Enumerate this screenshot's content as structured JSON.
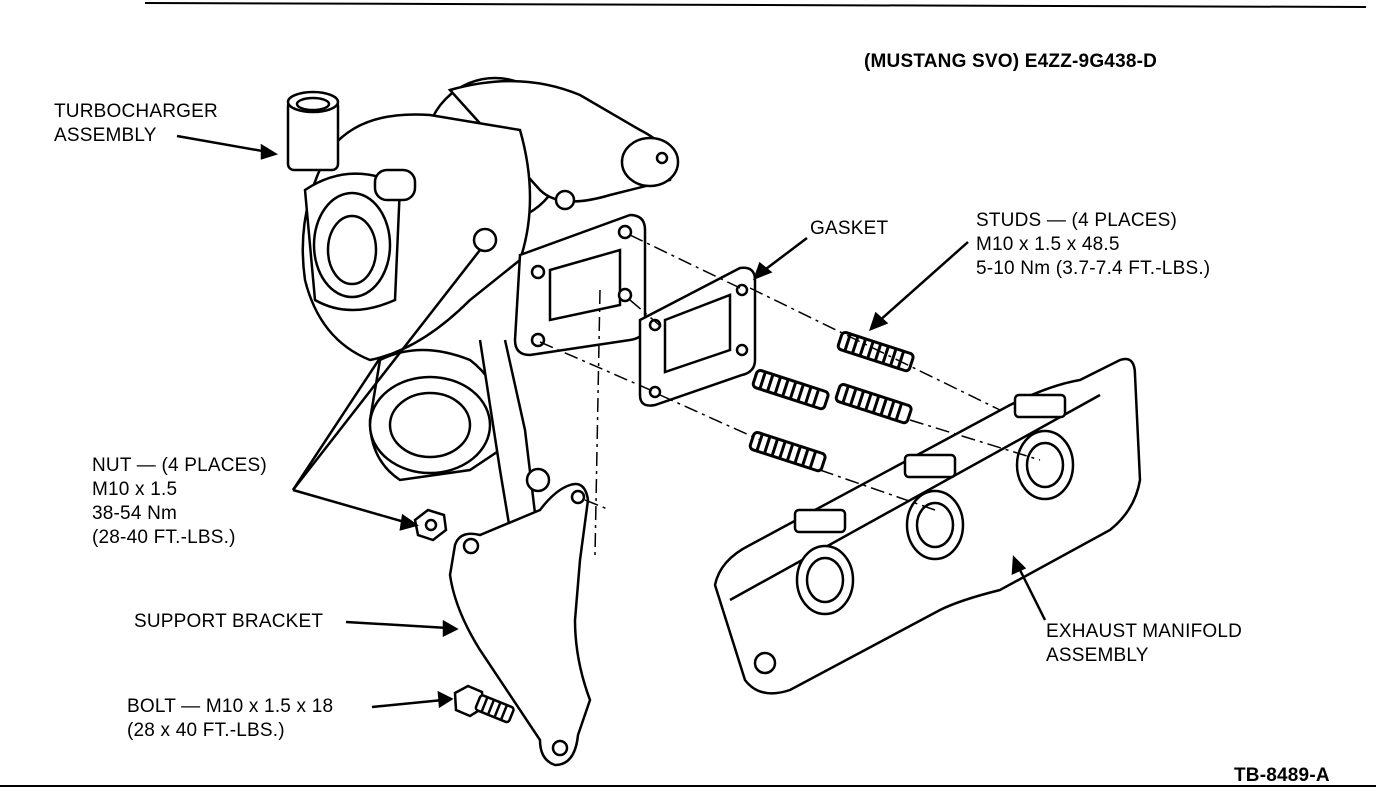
{
  "header": {
    "part_number": "(MUSTANG SVO) E4ZZ-9G438-D"
  },
  "labels": {
    "turbocharger": [
      "TURBOCHARGER",
      "ASSEMBLY"
    ],
    "gasket": "GASKET",
    "studs": [
      "STUDS — (4 PLACES)",
      "M10 x 1.5 x 48.5",
      "5-10 Nm (3.7-7.4 FT.-LBS.)"
    ],
    "nut": [
      "NUT — (4 PLACES)",
      "M10 x 1.5",
      "38-54 Nm",
      "(28-40 FT.-LBS.)"
    ],
    "support_bracket": "SUPPORT BRACKET",
    "exhaust_manifold": [
      "EXHAUST MANIFOLD",
      "ASSEMBLY"
    ],
    "bolt": [
      "BOLT — M10 x 1.5 x 18",
      "(28 x 40 FT.-LBS.)"
    ]
  },
  "footer": {
    "figure_id": "TB-8489-A"
  }
}
